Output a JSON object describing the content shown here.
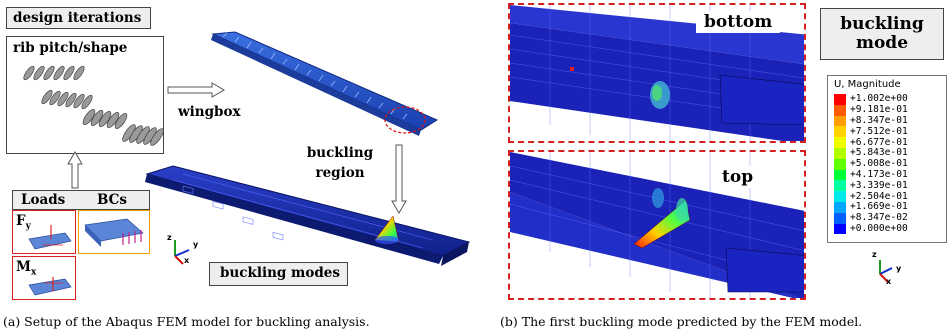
{
  "left": {
    "design_iterations": "design iterations",
    "rib_pitch_shape": "rib pitch/shape",
    "wingbox": "wingbox",
    "buckling_region_1": "buckling",
    "buckling_region_2": "region",
    "loads": "Loads",
    "bcs": "BCs",
    "fy_main": "F",
    "fy_sub": "y",
    "mx_main": "M",
    "mx_sub": "x",
    "buckling_modes": "buckling modes",
    "axis_z": "z",
    "axis_y": "y",
    "axis_x": "x",
    "caption": "(a) Setup of the Abaqus FEM model for buckling analysis."
  },
  "right": {
    "bottom": "bottom",
    "top": "top",
    "title_1": "buckling",
    "title_2": "mode",
    "legend_title": "U, Magnitude",
    "legend_values": [
      "+1.002e+00",
      "+9.181e-01",
      "+8.347e-01",
      "+7.512e-01",
      "+6.677e-01",
      "+5.843e-01",
      "+5.008e-01",
      "+4.173e-01",
      "+3.339e-01",
      "+2.504e-01",
      "+1.669e-01",
      "+8.347e-02",
      "+0.000e+00"
    ],
    "legend_colors": [
      "#ff0000",
      "#ff5a00",
      "#ff9f00",
      "#ffd200",
      "#f0ff00",
      "#b0ff00",
      "#60ff00",
      "#00ff38",
      "#00ffa0",
      "#00e8e8",
      "#00a8ff",
      "#0060ff",
      "#0000ff"
    ],
    "axis_z": "z",
    "axis_y": "y",
    "axis_x": "x",
    "caption": "(b) The first buckling mode predicted by the FEM model."
  }
}
